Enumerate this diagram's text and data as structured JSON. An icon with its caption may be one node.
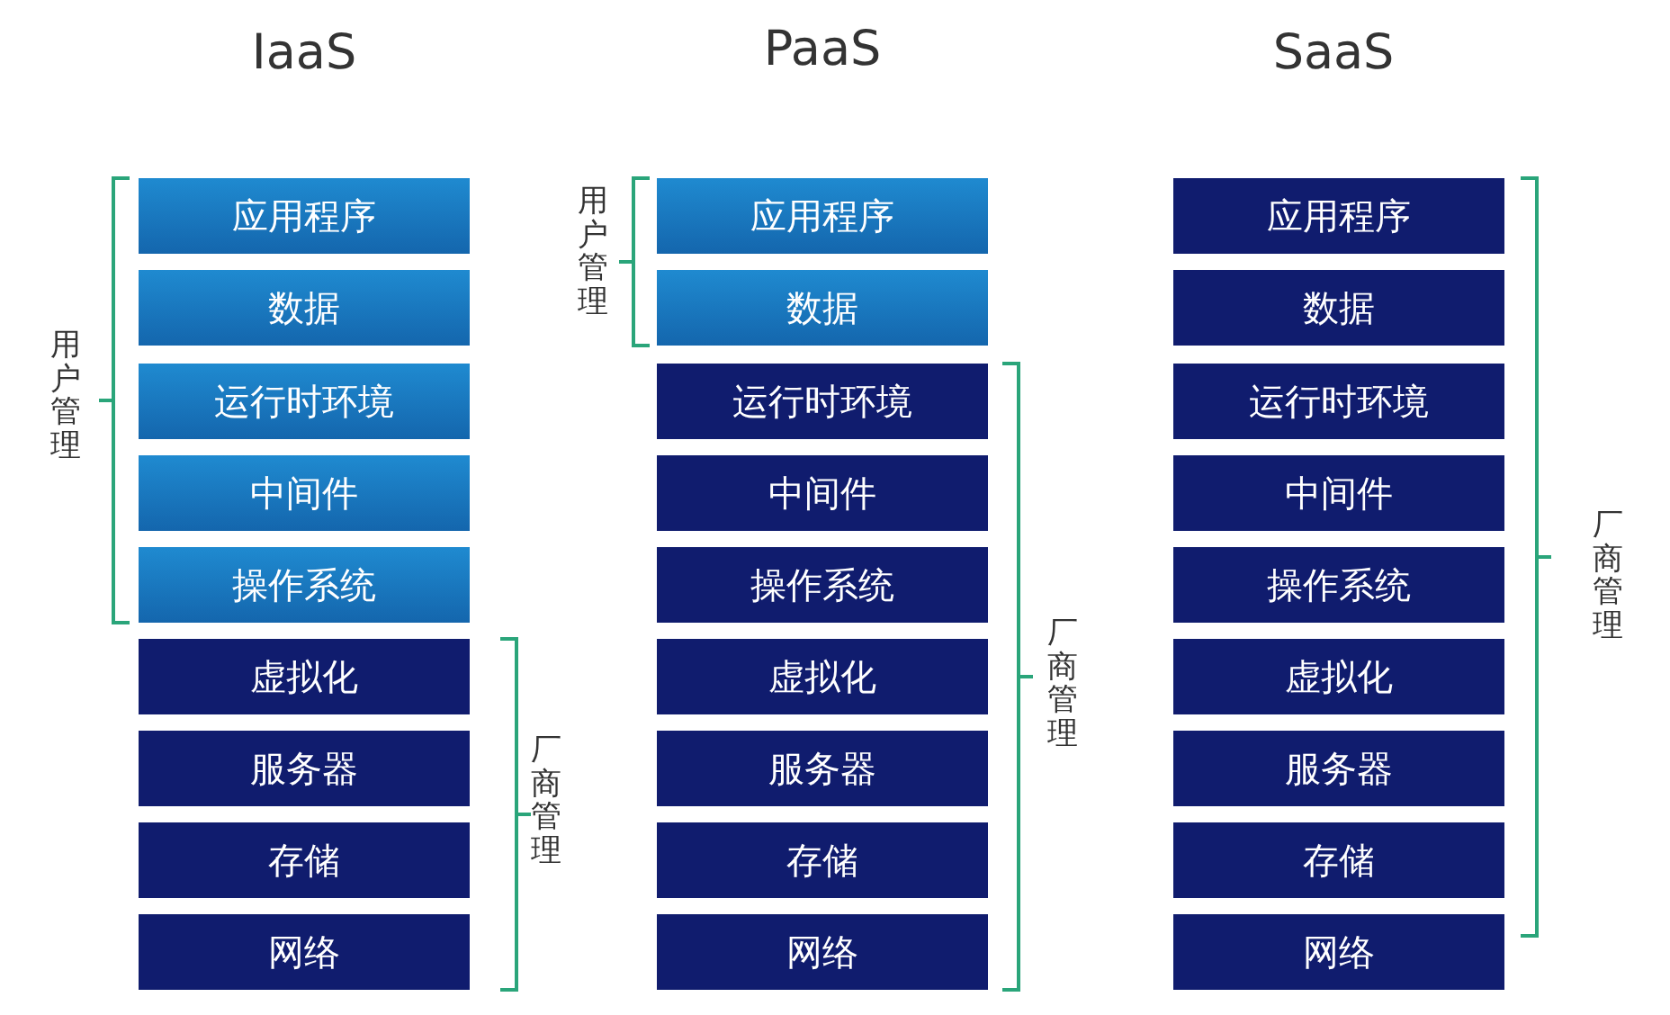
{
  "diagram": {
    "nodes": [
      {
        "text": [
          "应用程序"
        ]
      },
      {
        "text": [
          "数据"
        ]
      },
      {
        "text": [
          "运行时环境"
        ]
      },
      {
        "text": [
          "中间件"
        ]
      },
      {
        "text": [
          "操作系统"
        ]
      },
      {
        "text": [
          "虚拟化"
        ]
      },
      {
        "text": [
          "服务器"
        ]
      },
      {
        "text": [
          "存储"
        ]
      },
      {
        "text": [
          "网络"
        ]
      },
      {
        "text": [
          "应用程序"
        ]
      },
      {
        "text": [
          "数据"
        ]
      },
      {
        "text": [
          "运行时环境"
        ]
      },
      {
        "text": [
          "中间件"
        ]
      },
      {
        "text": [
          "操作系统"
        ]
      },
      {
        "text": [
          "虚拟化"
        ]
      },
      {
        "text": [
          "服务器"
        ]
      },
      {
        "text": [
          "存储"
        ]
      },
      {
        "text": [
          "网络"
        ]
      },
      {
        "text": [
          "应用程序"
        ]
      },
      {
        "text": [
          "数据"
        ]
      },
      {
        "text": [
          "运行时环境"
        ]
      },
      {
        "text": [
          "中间件"
        ]
      },
      {
        "text": [
          "操作系统"
        ]
      },
      {
        "text": [
          "虚拟化"
        ]
      },
      {
        "text": [
          "服务器"
        ]
      },
      {
        "text": [
          "存储"
        ]
      },
      {
        "text": [
          "网络"
        ]
      }
    ],
    "labels": [
      "IaaS",
      "PaaS",
      "SaaS",
      "用户管理",
      "厂商管理",
      "用户管理",
      "厂商管理",
      "厂商管理"
    ]
  }
}
